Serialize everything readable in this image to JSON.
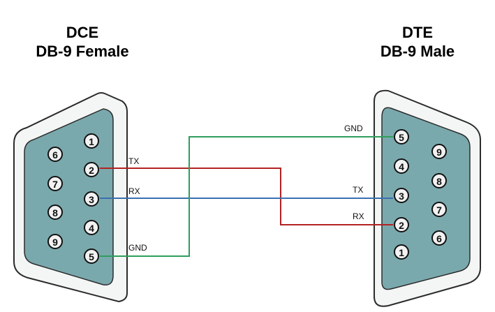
{
  "dce": {
    "title_line1": "DCE",
    "title_line2": "DB-9 Female",
    "pins": [
      "1",
      "2",
      "3",
      "4",
      "5",
      "6",
      "7",
      "8",
      "9"
    ]
  },
  "dte": {
    "title_line1": "DTE",
    "title_line2": "DB-9 Male",
    "pins": [
      "5",
      "4",
      "3",
      "2",
      "1",
      "9",
      "8",
      "7",
      "6"
    ]
  },
  "wires": {
    "dce_tx": "TX",
    "dce_rx": "RX",
    "dce_gnd": "GND",
    "dte_gnd": "GND",
    "dte_tx": "TX",
    "dte_rx": "RX"
  },
  "colors": {
    "shell_fill": "#f4f6f5",
    "shell_stroke": "#2b2b2b",
    "face_fill": "#7aa9ad",
    "pin_fill": "#f2f2f2",
    "wire_red": "#b22222",
    "wire_blue": "#3a6fb0",
    "wire_green": "#2e9e5b"
  }
}
